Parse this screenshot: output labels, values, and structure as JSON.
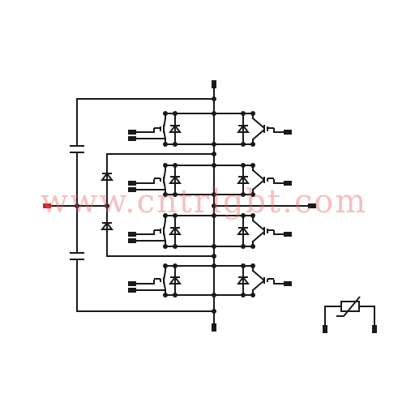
{
  "watermark": {
    "text": "www.cntrlgbt.com"
  },
  "diagram": {
    "name": "three-level-npc-igbt-module",
    "colors": {
      "line": "#1a1a1a",
      "pin": "#1a1a1a",
      "pin_accent": "#cc2222",
      "background": "#ffffff"
    },
    "switch_legs": [
      {
        "id": "t1",
        "gate_pins": [
          "left",
          "right"
        ]
      },
      {
        "id": "t2",
        "gate_pins": [
          "left",
          "right"
        ]
      },
      {
        "id": "t3",
        "gate_pins": [
          "left",
          "right"
        ]
      },
      {
        "id": "t4",
        "gate_pins": [
          "left",
          "right"
        ]
      }
    ],
    "capacitors": [
      "upper",
      "lower"
    ],
    "clamp_diodes": [
      "upper",
      "lower"
    ],
    "terminals": [
      "dc-plus",
      "dc-minus",
      "neutral",
      "ac-output",
      "ntc-1",
      "ntc-2"
    ],
    "thermistor": "ntc"
  }
}
